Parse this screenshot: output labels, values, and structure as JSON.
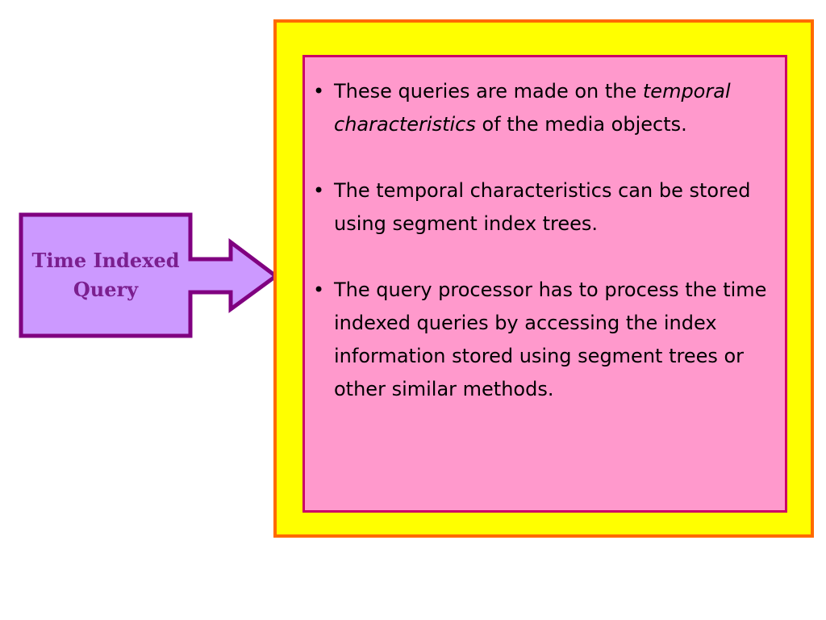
{
  "callout": {
    "label_line1": "Time Indexed",
    "label_line2": "Query",
    "fill_color": "#cc99ff",
    "stroke_color": "#800080"
  },
  "panel": {
    "outer_fill": "#ffff00",
    "outer_border": "#ff6a00",
    "inner_fill": "#ff99cc",
    "inner_border": "#cc0066",
    "bullet_symbol": "•",
    "bullets": [
      {
        "before": "These queries are made on the",
        "emphasis": "temporal characteristics",
        "after": "of the media objects."
      },
      {
        "text": "The temporal characteristics can be stored using segment index trees."
      },
      {
        "text": "The query processor has to process the time indexed queries by accessing the index information stored using segment trees or other similar methods."
      }
    ]
  }
}
